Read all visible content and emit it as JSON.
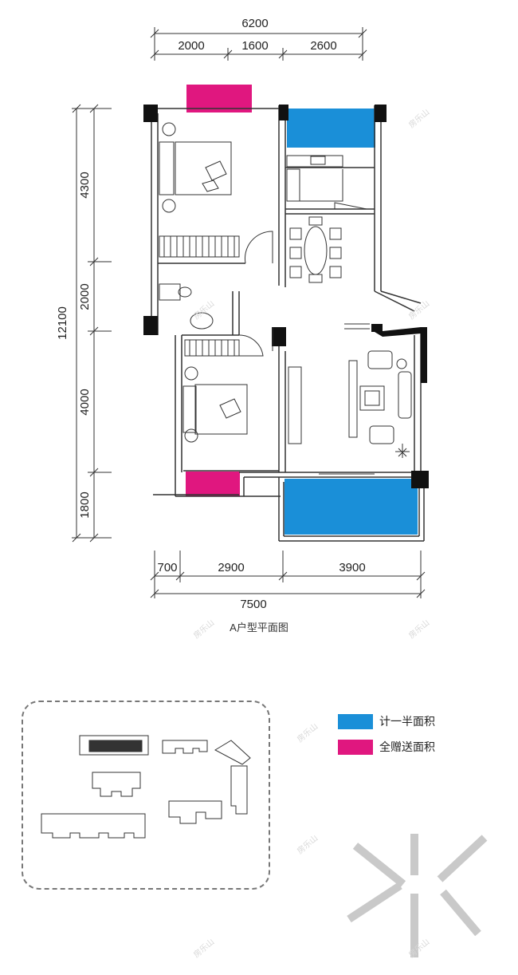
{
  "dimensions": {
    "top_total": "6200",
    "top_segments": [
      "2000",
      "1600",
      "2600"
    ],
    "left_total": "12100",
    "left_segments": [
      "4300",
      "2000",
      "4000",
      "1800"
    ],
    "bottom_total": "7500",
    "bottom_segments": [
      "700",
      "2900",
      "3900"
    ]
  },
  "caption": "A户型平面图",
  "legend": [
    {
      "label": "计一半面积",
      "color": "#1a8fd8"
    },
    {
      "label": "全赠送面积",
      "color": "#e0177f"
    }
  ],
  "colors": {
    "half_area": "#1a8fd8",
    "gift_area": "#e0177f",
    "wall": "#111111",
    "line": "#333333"
  },
  "watermark": "房乐山",
  "icons": {
    "logo": "snowflake-logo-icon"
  }
}
